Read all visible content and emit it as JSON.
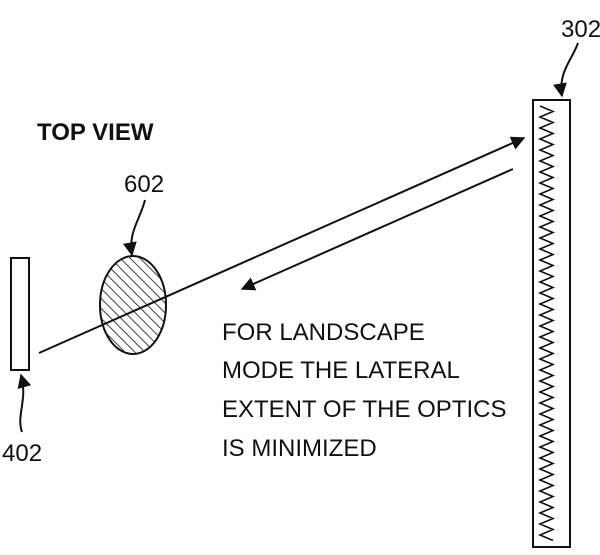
{
  "title": "TOP VIEW",
  "labels": {
    "screen": "302",
    "lens": "602",
    "source": "402"
  },
  "note_lines": [
    "FOR LANDSCAPE",
    "MODE THE LATERAL",
    "EXTENT OF THE OPTICS",
    "IS MINIMIZED"
  ],
  "colors": {
    "ink": "#111111",
    "background": "#ffffff"
  }
}
